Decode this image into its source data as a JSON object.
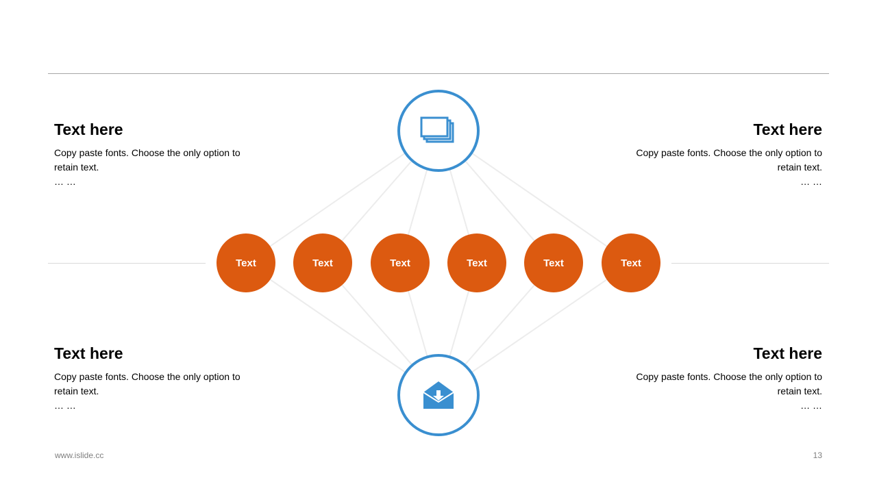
{
  "colors": {
    "accent_blue": "#3a8fd0",
    "node_orange": "#dc5a10",
    "link_gray": "#ececec"
  },
  "hubs": {
    "top": {
      "icon": "stacked-windows-icon"
    },
    "bottom": {
      "icon": "envelope-download-icon"
    }
  },
  "nodes": [
    {
      "label": "Text"
    },
    {
      "label": "Text"
    },
    {
      "label": "Text"
    },
    {
      "label": "Text"
    },
    {
      "label": "Text"
    },
    {
      "label": "Text"
    }
  ],
  "blocks": {
    "top_left": {
      "title": "Text here",
      "body": "Copy paste fonts. Choose the only option to retain text.",
      "more": "… …"
    },
    "top_right": {
      "title": "Text here",
      "body": "Copy paste fonts. Choose the only option to retain text.",
      "more": "… …"
    },
    "bottom_left": {
      "title": "Text here",
      "body": "Copy paste fonts. Choose the only option to retain text.",
      "more": "… …"
    },
    "bottom_right": {
      "title": "Text here",
      "body": "Copy paste fonts. Choose the only option to retain text.",
      "more": "… …"
    }
  },
  "footer": {
    "site": "www.islide.cc",
    "page": "13"
  }
}
